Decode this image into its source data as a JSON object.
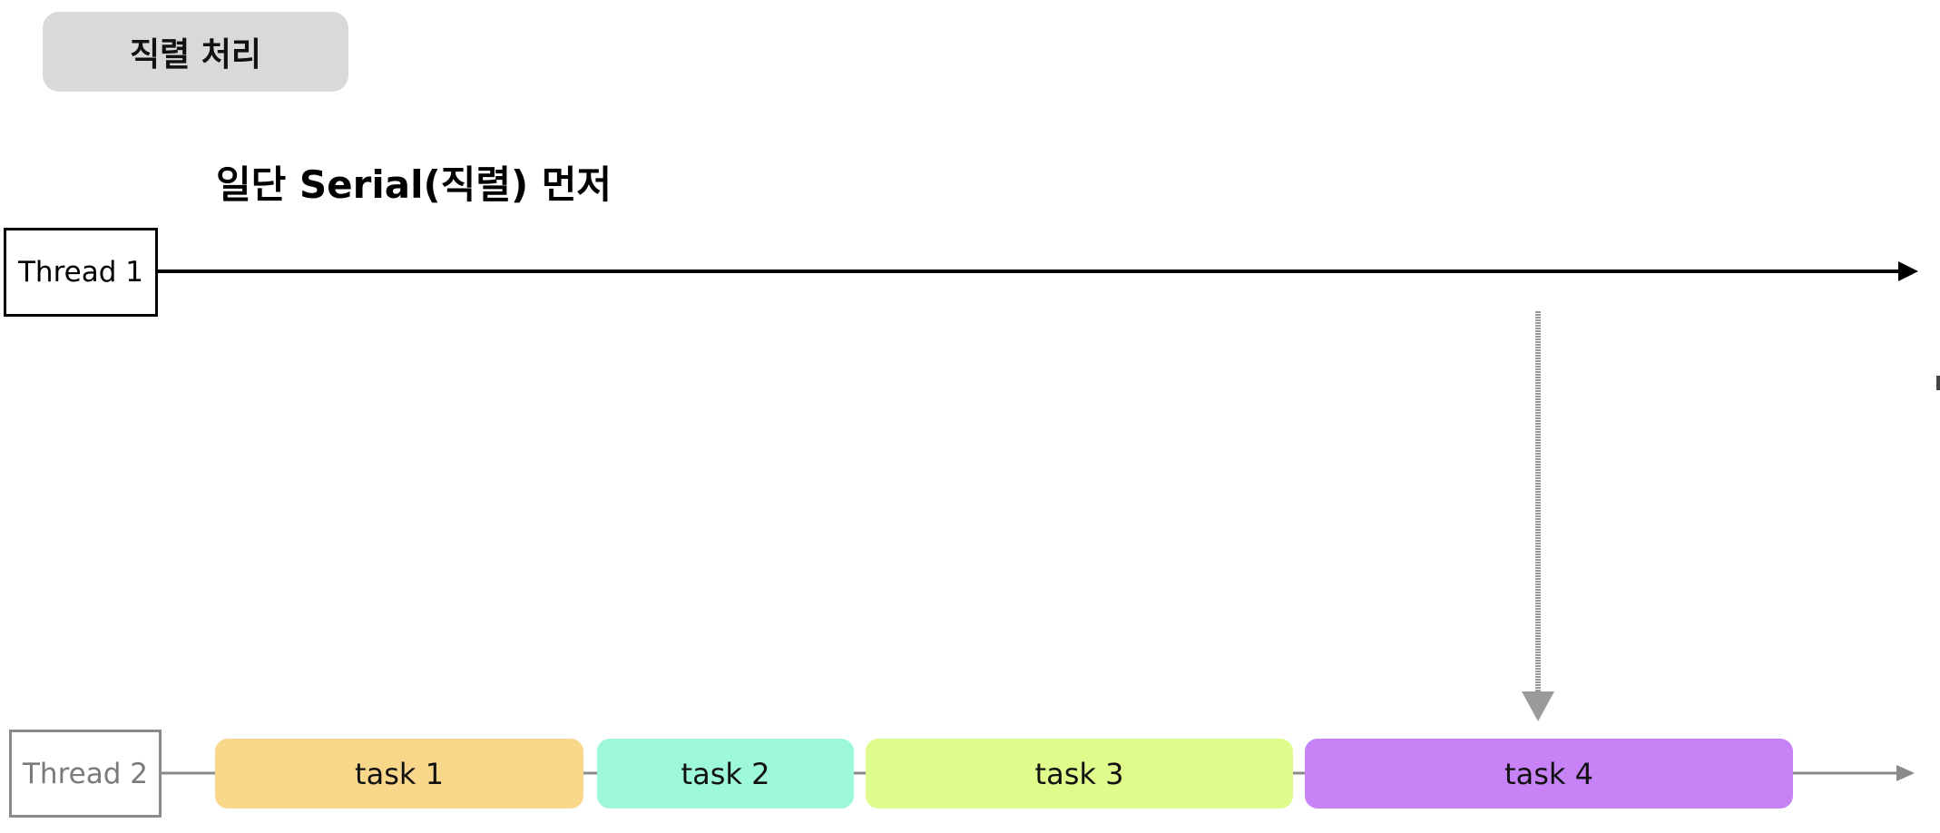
{
  "badge": {
    "label": "직렬 처리"
  },
  "heading": "일단 Serial(직렬) 먼저",
  "thread1": {
    "label": "Thread 1"
  },
  "thread2": {
    "label": "Thread 2"
  },
  "tasks": [
    {
      "label": "task 1",
      "color": "#f8d68a"
    },
    {
      "label": "task 2",
      "color": "#9df7d9"
    },
    {
      "label": "task 3",
      "color": "#defb8b"
    },
    {
      "label": "task 4",
      "color": "#c783f6"
    }
  ],
  "colors": {
    "thread1_line": "#000000",
    "thread2_line": "#8a8a8a",
    "dispatch_arrow": "#9a9a9a"
  }
}
